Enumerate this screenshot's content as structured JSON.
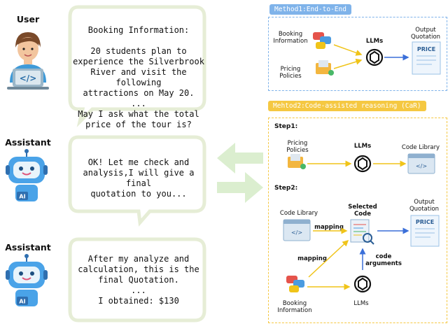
{
  "roles": {
    "user": "User",
    "assistant1": "Assistant",
    "assistant2": "Assistant"
  },
  "bubbles": {
    "user_title": "Booking Information:",
    "user_body": "20 students plan to\nexperience the Silverbrook\nRiver and visit the following\nattractions on May 20.\n...\nMay I ask what the total\nprice of the tour is?",
    "assistant1": "OK! Let me check and\nanalysis,I will give a final\nquotation to you...",
    "assistant2": "After my analyze and\ncalculation, this is the\nfinal Quotation.\n...\nI obtained: $130"
  },
  "avatar_badge": "AI",
  "method1": {
    "tag": "Method1:End-to-End",
    "booking": "Booking\nInformation",
    "pricing": "Pricing\nPolicies",
    "llms": "LLMs",
    "output": "Output\nQuotation",
    "price_doc": "PRICE"
  },
  "method2": {
    "tag": "Mehtod2:Code-assisted reasoning (CaR)",
    "step1": "Step1:",
    "step2": "Step2:",
    "s1_pricing": "Pricing\nPolicies",
    "s1_llms": "LLMs",
    "s1_library": "Code Library",
    "s2_library": "Code Library",
    "s2_selected": "Selected\nCode",
    "s2_output": "Output\nQuotation",
    "s2_price_doc": "PRICE",
    "s2_mapping1": "mapping",
    "s2_mapping2": "mapping",
    "s2_args": "code\narguments",
    "s2_booking": "Booking\nInformation",
    "s2_llms": "LLMs"
  },
  "colors": {
    "bubble_border": "#e6edd6",
    "method1_accent": "#7fb3ea",
    "method2_accent": "#f5c842",
    "flow_arrow": "#dbeecf",
    "robot_blue": "#4aa3e8"
  }
}
